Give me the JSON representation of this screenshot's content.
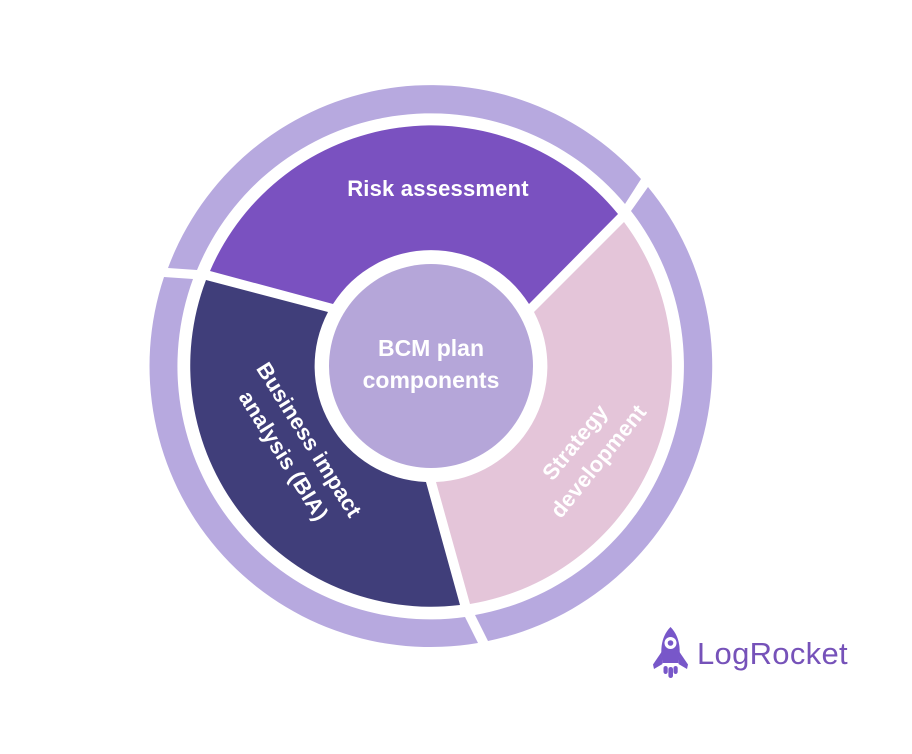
{
  "colors": {
    "background": "#ffffff",
    "ring": "#b7a9df",
    "risk": "#7a51c0",
    "bia": "#403e7a",
    "strategy": "#e4c5d9",
    "center_circle": "#b5a6d9",
    "label_text": "#ffffff",
    "logo": "#7652b9",
    "rocket": "#7857c9"
  },
  "diagram": {
    "center": {
      "line1": "BCM plan",
      "line2": "components"
    },
    "segments": {
      "risk": {
        "label": "Risk assessment"
      },
      "bia": {
        "line1": "Business impact",
        "line2": "analysis (BIA)"
      },
      "strategy": {
        "line1": "Strategy",
        "line2": "development"
      }
    }
  },
  "branding": {
    "name": "LogRocket",
    "rocket_icon": "rocket-icon"
  }
}
